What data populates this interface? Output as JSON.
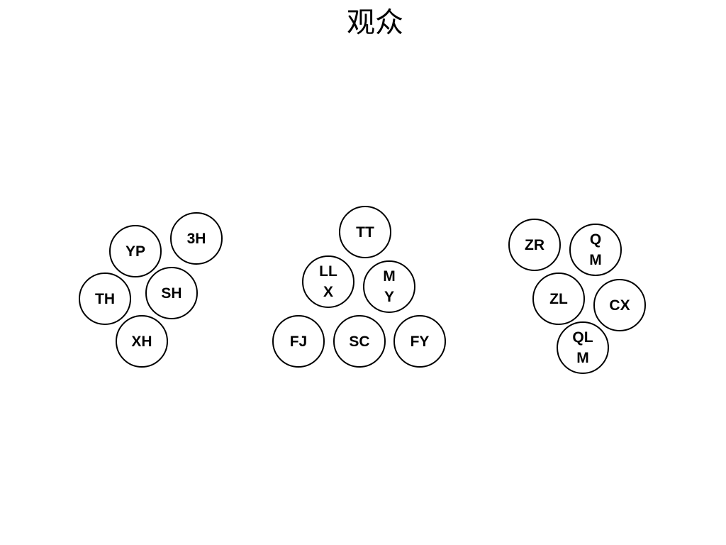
{
  "title": "观众",
  "groups": [
    {
      "seats": [
        "3H",
        "YP",
        "SH",
        "TH",
        "XH"
      ]
    },
    {
      "seats": [
        "TT",
        "LL\nX",
        "M\nY",
        "FJ",
        "SC",
        "FY"
      ]
    },
    {
      "seats": [
        "ZR",
        "Q\nM",
        "ZL",
        "CX",
        "QL\nM"
      ]
    }
  ]
}
